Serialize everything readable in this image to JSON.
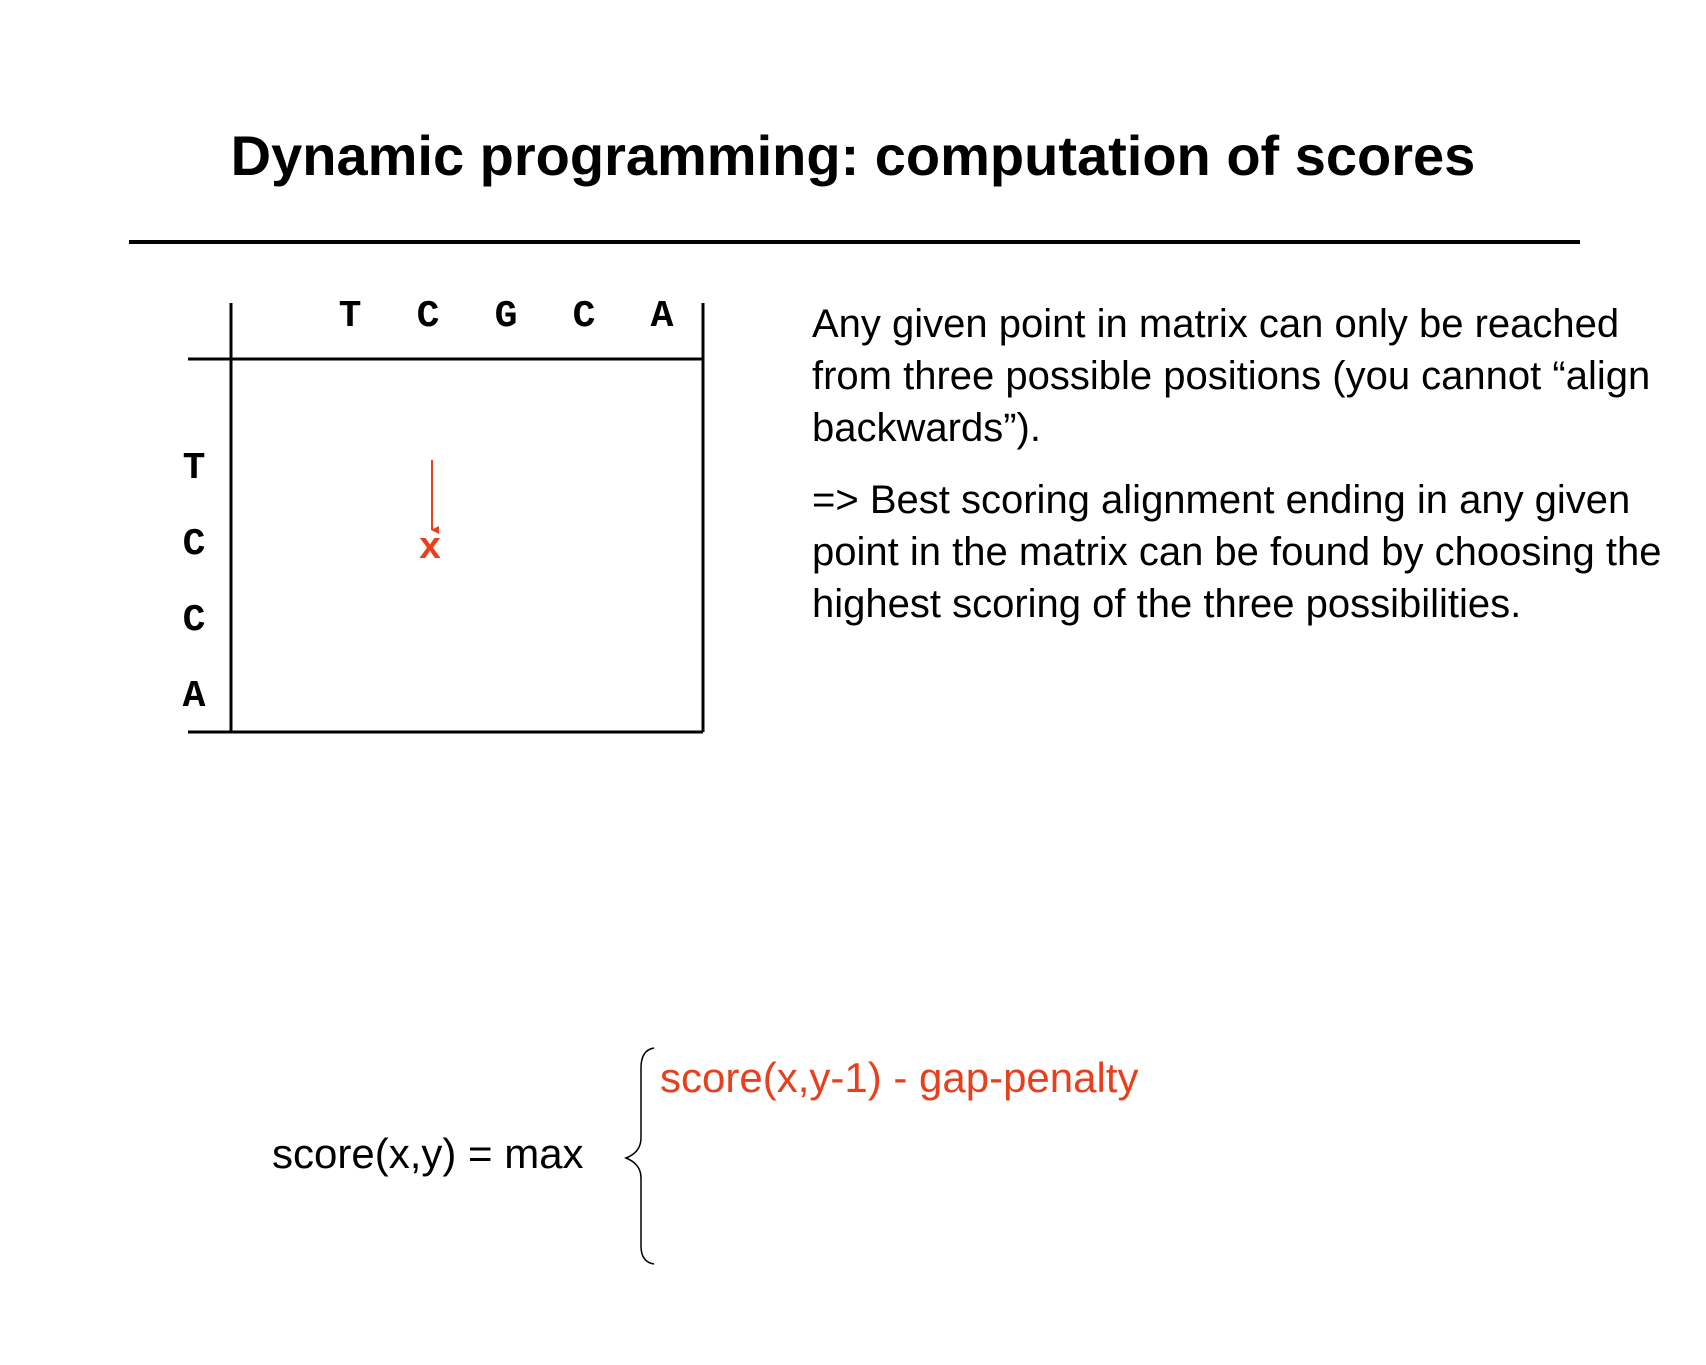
{
  "title": "Dynamic programming: computation of scores",
  "matrix": {
    "column_sequence": [
      "T",
      "C",
      "G",
      "C",
      "A"
    ],
    "row_sequence": [
      "T",
      "C",
      "C",
      "A"
    ],
    "highlighted_point": {
      "label": "x",
      "column_index": 1,
      "row_index": 1,
      "arrow_from": "above"
    }
  },
  "explanation": {
    "paragraph_1": "Any given point in matrix can only be reached from three possible positions (you cannot “align backwards”).",
    "paragraph_2": "=> Best scoring alignment ending in any given point in the matrix can be found by choosing the highest scoring of the three possibilities."
  },
  "formula": {
    "lhs": "score(x,y) = max",
    "cases": [
      "score(x,y-1) - gap-penalty"
    ]
  },
  "colors": {
    "text": "#000000",
    "highlight": "#e8401c"
  }
}
